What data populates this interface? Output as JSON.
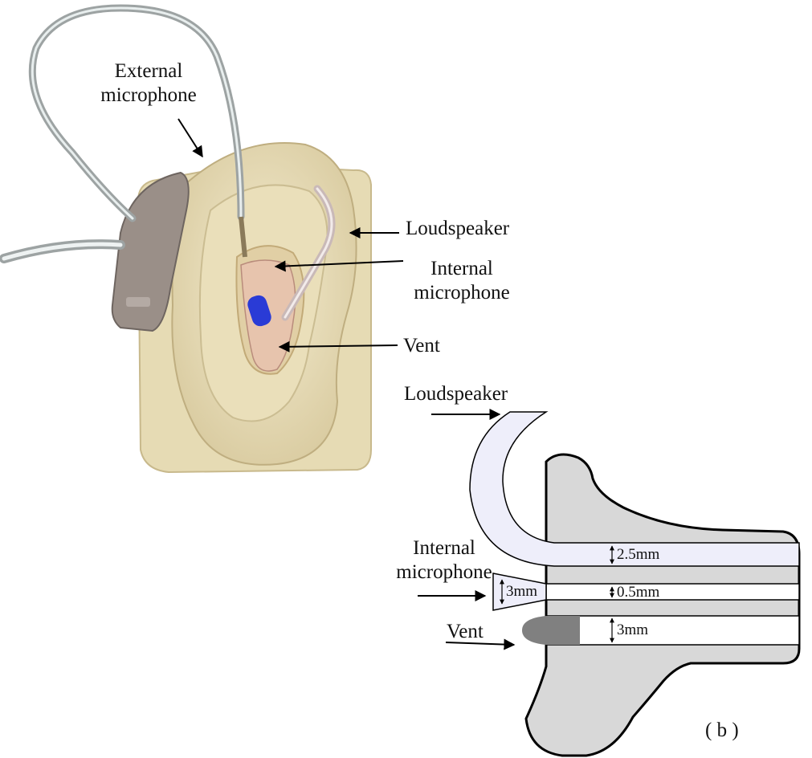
{
  "photo": {
    "labels": {
      "external_mic_line1": "External",
      "external_mic_line2": "microphone",
      "loudspeaker": "Loudspeaker",
      "internal_mic_line1": "Internal",
      "internal_mic_line2": "microphone",
      "vent": "Vent"
    }
  },
  "diagram": {
    "labels": {
      "loudspeaker": "Loudspeaker",
      "internal_mic_line1": "Internal",
      "internal_mic_line2": "microphone",
      "vent": "Vent",
      "panel": "( b )"
    },
    "dimensions": {
      "loudspeaker_tube": "2.5mm",
      "mic_tube": "0.5mm",
      "mic_port": "3mm",
      "vent_tube": "3mm"
    }
  },
  "colors": {
    "ear_skin": "#ede3c0",
    "ear_shadow": "#cdbf94",
    "earmold_gray": "#d8d8d8",
    "tube_fill": "#eeeefa",
    "vent_plug": "#808080",
    "device_body": "#9a8f88",
    "blue_plug": "#2a3bd6"
  }
}
